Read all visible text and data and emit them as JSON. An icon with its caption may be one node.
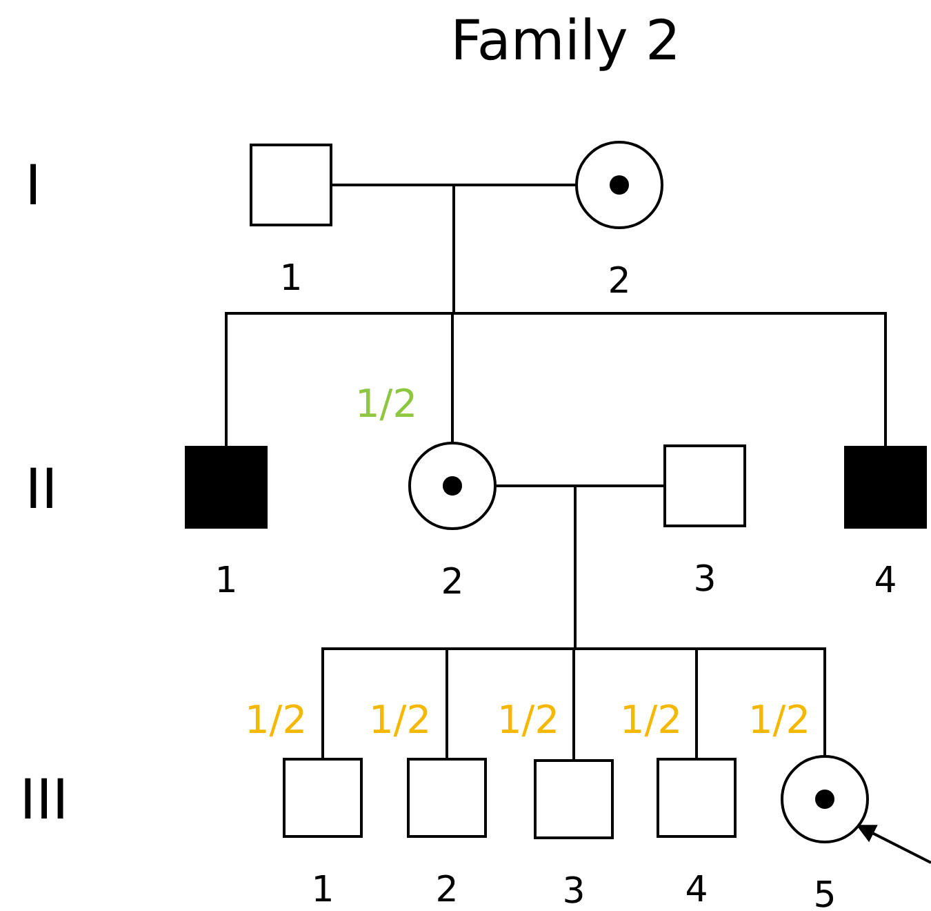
{
  "diagram": {
    "title": "Family 2",
    "nodes": [
      {
        "text": [],
        "shape": "box",
        "beside": [
          "1"
        ]
      },
      {
        "text": [],
        "shape": "dotted-circle",
        "beside": [
          "2"
        ]
      },
      {
        "text": [],
        "shape": "filled-box",
        "beside": [
          "1"
        ]
      },
      {
        "text": [],
        "shape": "dotted-circle",
        "beside": [
          "2"
        ]
      },
      {
        "text": [],
        "shape": "box",
        "beside": [
          "3"
        ]
      },
      {
        "text": [],
        "shape": "filled-box",
        "beside": [
          "4"
        ]
      },
      {
        "text": [],
        "shape": "box",
        "beside": [
          "1"
        ]
      },
      {
        "text": [],
        "shape": "box",
        "beside": [
          "2"
        ]
      },
      {
        "text": [],
        "shape": "box",
        "beside": [
          "3"
        ]
      },
      {
        "text": [],
        "shape": "box",
        "beside": [
          "4"
        ]
      },
      {
        "text": [],
        "shape": "dotted-circle",
        "beside": [
          "5"
        ]
      }
    ],
    "edges": [
      {
        "from": 0,
        "to": 1,
        "arrow": "none"
      },
      {
        "from": 3,
        "to": 4,
        "arrow": "none"
      },
      {
        "from": 1,
        "to": 2,
        "arrow": "none"
      },
      {
        "from": 1,
        "to": 3,
        "arrow": "none"
      },
      {
        "from": 1,
        "to": 5,
        "arrow": "none"
      },
      {
        "from": 3,
        "to": 6,
        "arrow": "none"
      },
      {
        "from": 3,
        "to": 7,
        "arrow": "none"
      },
      {
        "from": 3,
        "to": 8,
        "arrow": "none"
      },
      {
        "from": 3,
        "to": 9,
        "arrow": "none"
      },
      {
        "from": 3,
        "to": 10,
        "arrow": "none"
      },
      {
        "from": null,
        "to": 10,
        "arrow": "to"
      }
    ],
    "labels": [
      "I",
      "II",
      "III",
      "1/2",
      "1/2",
      "1/2",
      "1/2",
      "1/2",
      "1/2"
    ]
  }
}
